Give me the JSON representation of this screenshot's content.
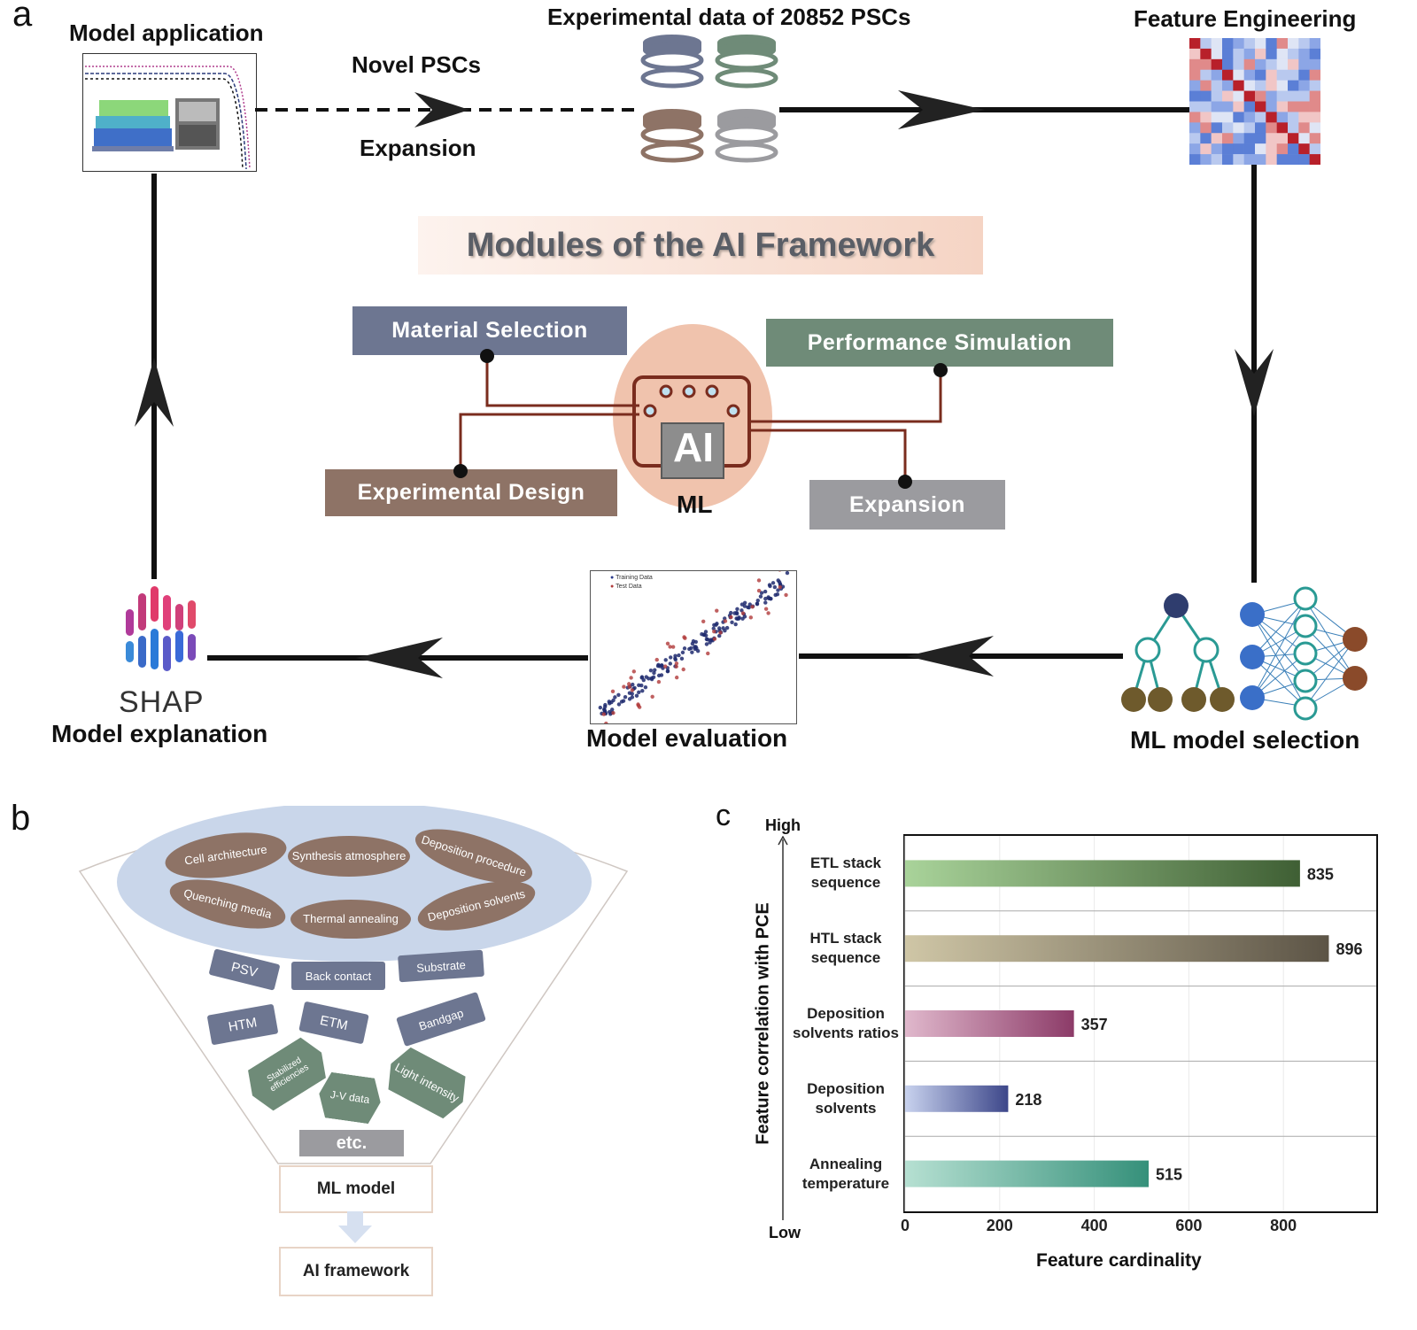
{
  "panel_a": {
    "letter": "a",
    "model_application": "Model application",
    "novel_pscs": "Novel PSCs",
    "expansion_flow": "Expansion",
    "experimental_data": "Experimental data of 20852 PSCs",
    "feature_engineering": "Feature Engineering",
    "modules_title": "Modules of the AI Framework",
    "modules": {
      "material_selection": "Material Selection",
      "performance_simulation": "Performance Simulation",
      "experimental_design": "Experimental Design",
      "expansion": "Expansion"
    },
    "ai_chip": "AI",
    "ml": "ML",
    "shap": "SHAP",
    "model_explanation": "Model explanation",
    "model_evaluation": "Model evaluation",
    "ml_model_selection": "ML model selection",
    "scatter_legend": [
      "Training Data",
      "Test Data"
    ],
    "colors": {
      "material_selection": "#6d7691",
      "performance_simulation": "#6f8b78",
      "experimental_design": "#8e7366",
      "expansion": "#9b9b9f"
    }
  },
  "panel_b": {
    "letter": "b",
    "ellipse_items": [
      "Cell architecture",
      "Synthesis atmosphere",
      "Deposition procedure",
      "Quenching media",
      "Thermal annealing",
      "Deposition solvents"
    ],
    "blue_tags": [
      "PSV",
      "Back contact",
      "Substrate",
      "HTM",
      "ETM",
      "Bandgap"
    ],
    "green_tags": [
      "Stabilized efficiencies",
      "J-V data",
      "Light intensity"
    ],
    "etc": "etc.",
    "ml_model": "ML model",
    "ai_framework": "AI framework"
  },
  "panel_c": {
    "letter": "c",
    "chart_data": {
      "type": "bar",
      "orientation": "horizontal",
      "categories": [
        "ETL stack sequence",
        "HTL stack sequence",
        "Deposition solvents ratios",
        "Deposition solvents",
        "Annealing temperature"
      ],
      "values": [
        835,
        896,
        357,
        218,
        515
      ],
      "xlabel": "Feature cardinality",
      "ylabel": "Feature correlation with PCE",
      "y_high": "High",
      "y_low": "Low",
      "xlim": [
        0,
        1000
      ],
      "xticks": [
        0,
        200,
        400,
        600,
        800
      ],
      "bar_colors": [
        [
          "#a9d39a",
          "#3f5f34"
        ],
        [
          "#cfc6a6",
          "#5c5446"
        ],
        [
          "#e0b8cc",
          "#8c3b68"
        ],
        [
          "#c8d2ee",
          "#3d478a"
        ],
        [
          "#b6e0d2",
          "#35907a"
        ]
      ]
    }
  }
}
